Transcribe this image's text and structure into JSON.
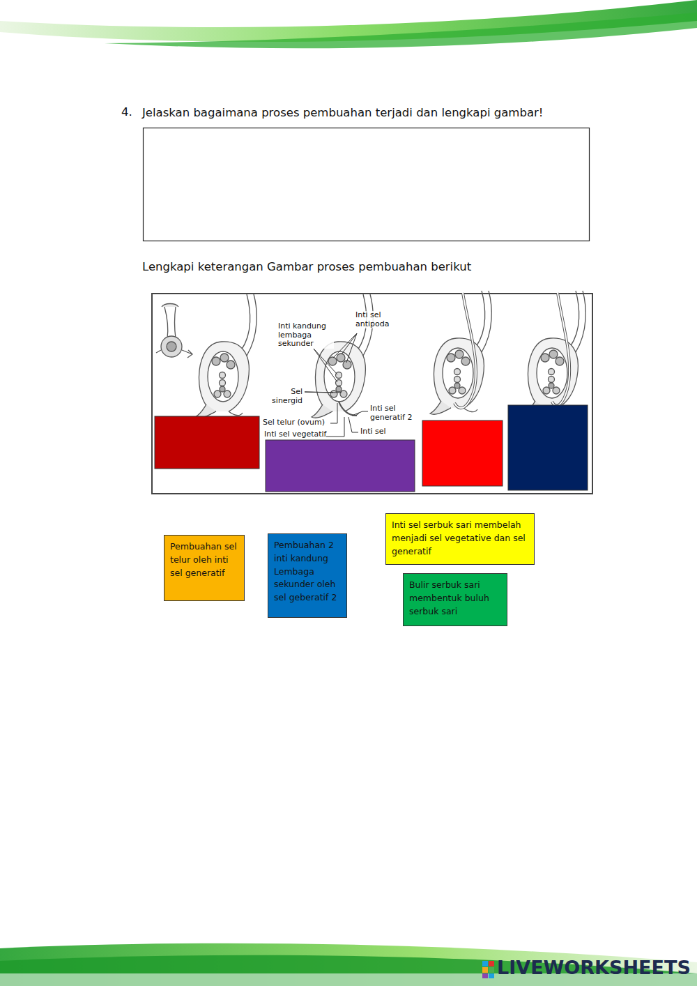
{
  "diagram": {
    "title": "Jelaskan bagaimana proses pembuahan terjadi dan lengkapi gambar!",
    "nodes": [
      {
        "text": [
          "Pembuahan sel telur oleh inti sel generatif"
        ]
      },
      {
        "text": [
          "Pembuahan 2 inti kandung Lembaga sekunder oleh sel geberatif 2"
        ]
      },
      {
        "text": [
          "Inti sel serbuk sari membelah menjadi sel vegetative dan sel generatif"
        ]
      },
      {
        "text": [
          "Bulir serbuk sari membentuk buluh serbuk sari"
        ]
      }
    ],
    "labels": [
      "4.",
      "Lengkapi keterangan Gambar proses pembuahan berikut",
      "Inti sel antipoda",
      "Inti kandung lembaga sekunder",
      "Sel sinergid",
      "Sel telur (ovum)",
      "Inti sel vegetatif",
      "Inti sel generatif 2",
      "Inti sel",
      "LIVEWORKSHEETS"
    ]
  }
}
